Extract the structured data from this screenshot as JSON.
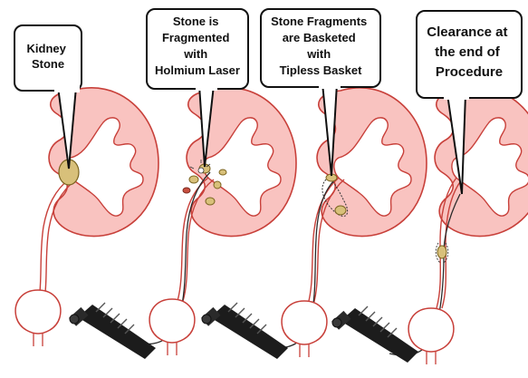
{
  "panels": [
    {
      "id": "panel-1",
      "callout_lines": [
        "Kidney",
        "Stone"
      ]
    },
    {
      "id": "panel-2",
      "callout_lines": [
        "Stone is",
        "Fragmented",
        "with",
        "Holmium Laser"
      ]
    },
    {
      "id": "panel-3",
      "callout_lines": [
        "Stone Fragments",
        "are Basketed",
        "with",
        "Tipless Basket"
      ]
    },
    {
      "id": "panel-4",
      "callout_lines": [
        "Clearance at",
        "the end of",
        "Procedure"
      ]
    }
  ],
  "colors": {
    "kidney_fill": "#f9c3c0",
    "kidney_outline": "#c8403a",
    "stone": "#d8c07a",
    "stone_outline": "#7a6420",
    "scope_body": "#1c1c1c",
    "callout_border": "#111111",
    "callout_fill": "#ffffff"
  },
  "icons": {
    "scope": "ureteroscope-icon",
    "bladder": "bladder-icon"
  }
}
